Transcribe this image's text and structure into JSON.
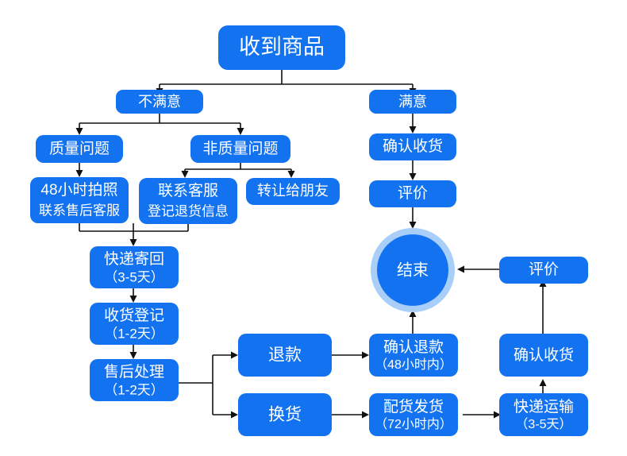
{
  "diagram": {
    "title_text": "收到商品",
    "theme": {
      "box_fill": "#1272f0",
      "circle_inner": "#1272f0",
      "circle_ring": "#a9cef8",
      "text_color": "#ffffff",
      "connector_color": "#111111",
      "background": "#ffffff"
    },
    "nodes": {
      "received_goods": {
        "label": "收到商品",
        "shape": "rounded-rect"
      },
      "dissatisfied": {
        "label": "不满意",
        "shape": "rounded-rect"
      },
      "satisfied": {
        "label": "满意",
        "shape": "rounded-rect"
      },
      "quality_issue": {
        "label": "质量问题",
        "shape": "rounded-rect"
      },
      "non_quality_issue": {
        "label": "非质量问题",
        "shape": "rounded-rect"
      },
      "photo_48h_line1": {
        "label": "48小时拍照"
      },
      "photo_48h_line2": {
        "label": "联系售后客服"
      },
      "contact_service_line1": {
        "label": "联系客服"
      },
      "contact_service_line2": {
        "label": "登记退货信息"
      },
      "transfer_friend": {
        "label": "转让给朋友",
        "shape": "rounded-rect"
      },
      "confirm_receipt_top": {
        "label": "确认收货",
        "shape": "rounded-rect"
      },
      "review_top": {
        "label": "评价",
        "shape": "rounded-rect"
      },
      "ship_back_line1": {
        "label": "快递寄回"
      },
      "ship_back_line2": {
        "label": "（3-5天）"
      },
      "receipt_register_line1": {
        "label": "收货登记"
      },
      "receipt_register_line2": {
        "label": "（1-2天）"
      },
      "after_sales_line1": {
        "label": "售后处理"
      },
      "after_sales_line2": {
        "label": "（1-2天）"
      },
      "refund": {
        "label": "退款",
        "shape": "rounded-rect"
      },
      "exchange": {
        "label": "换货",
        "shape": "rounded-rect"
      },
      "confirm_refund_line1": {
        "label": "确认退款"
      },
      "confirm_refund_line2": {
        "label": "（48小时内）"
      },
      "dispatch_ship_line1": {
        "label": "配货发货"
      },
      "dispatch_ship_line2": {
        "label": "（72小时内）"
      },
      "express_transport_line1": {
        "label": "快递运输"
      },
      "express_transport_line2": {
        "label": "（3-5天）"
      },
      "confirm_receipt_bottom": {
        "label": "确认收货",
        "shape": "rounded-rect"
      },
      "review_bottom": {
        "label": "评价",
        "shape": "rounded-rect"
      },
      "end": {
        "label": "结束",
        "shape": "circle"
      }
    },
    "edges": [
      {
        "from": "received_goods",
        "to": "dissatisfied"
      },
      {
        "from": "received_goods",
        "to": "satisfied"
      },
      {
        "from": "dissatisfied",
        "to": "quality_issue"
      },
      {
        "from": "dissatisfied",
        "to": "non_quality_issue"
      },
      {
        "from": "quality_issue",
        "to": "photo_48h"
      },
      {
        "from": "non_quality_issue",
        "to": "contact_service"
      },
      {
        "from": "non_quality_issue",
        "to": "transfer_friend"
      },
      {
        "from": "photo_48h",
        "to": "ship_back"
      },
      {
        "from": "contact_service",
        "to": "ship_back"
      },
      {
        "from": "ship_back",
        "to": "receipt_register"
      },
      {
        "from": "receipt_register",
        "to": "after_sales"
      },
      {
        "from": "after_sales",
        "to": "refund"
      },
      {
        "from": "after_sales",
        "to": "exchange"
      },
      {
        "from": "refund",
        "to": "confirm_refund"
      },
      {
        "from": "exchange",
        "to": "dispatch_ship"
      },
      {
        "from": "confirm_refund",
        "to": "end"
      },
      {
        "from": "dispatch_ship",
        "to": "express_transport"
      },
      {
        "from": "express_transport",
        "to": "confirm_receipt_bottom"
      },
      {
        "from": "confirm_receipt_bottom",
        "to": "review_bottom"
      },
      {
        "from": "review_bottom",
        "to": "end"
      },
      {
        "from": "satisfied",
        "to": "confirm_receipt_top"
      },
      {
        "from": "confirm_receipt_top",
        "to": "review_top"
      },
      {
        "from": "review_top",
        "to": "end"
      }
    ]
  }
}
